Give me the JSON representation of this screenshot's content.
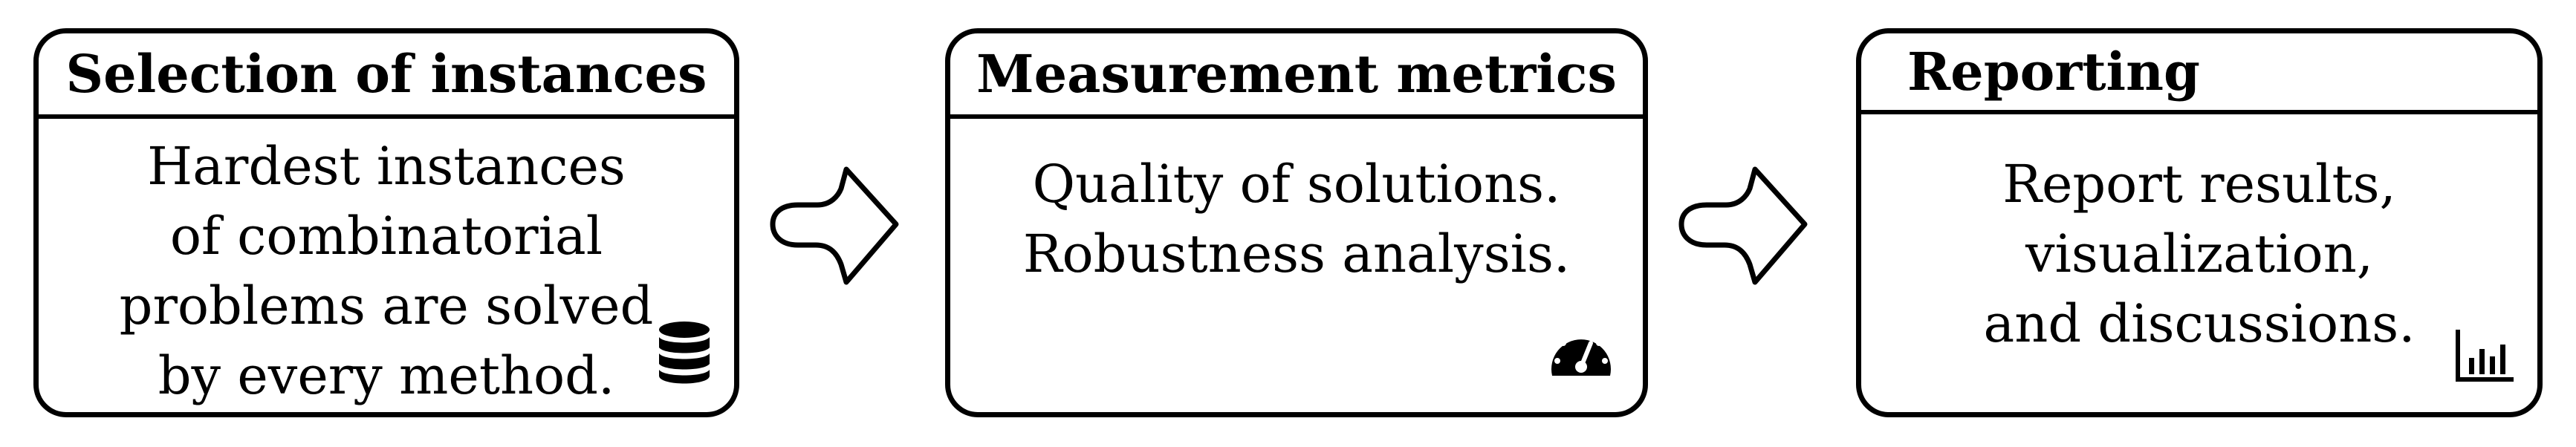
{
  "stages": [
    {
      "title": "Selection of instances",
      "lines": [
        "Hardest instances",
        "of combinatorial",
        "problems are solved",
        "by every method."
      ],
      "icon": "database-icon"
    },
    {
      "title": "Measurement metrics",
      "lines": [
        "Quality of solutions.",
        "Robustness analysis."
      ],
      "icon": "speedometer-icon"
    },
    {
      "title": "Reporting",
      "lines": [
        "Report results,",
        "visualization,",
        "and discussions."
      ],
      "icon": "bar-chart-icon"
    }
  ],
  "connectors": [
    "arrow-right",
    "arrow-right"
  ],
  "colors": {
    "stroke": "#000000",
    "fill": "#ffffff"
  }
}
